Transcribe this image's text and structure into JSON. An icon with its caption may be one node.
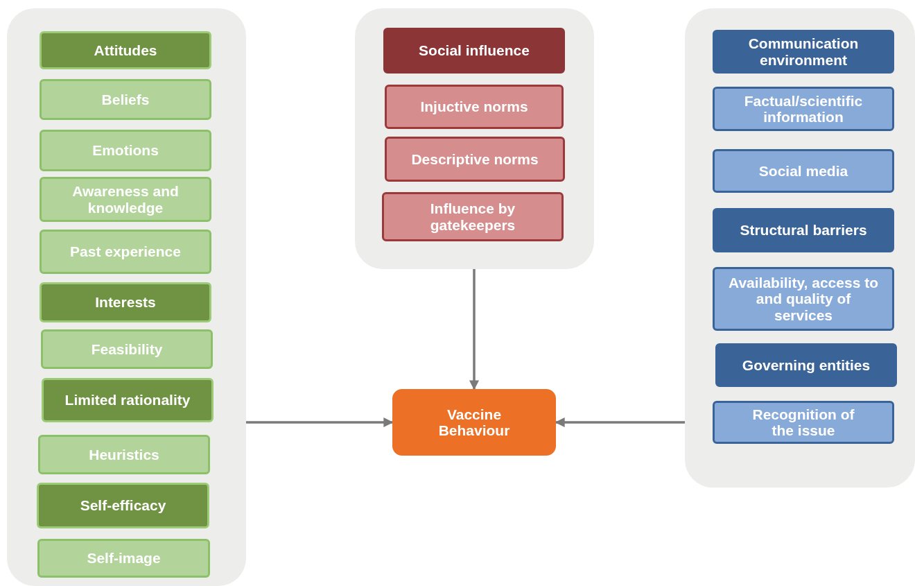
{
  "diagram": {
    "nodes": [
      {
        "text": [],
        "shape": "box"
      },
      {
        "text": [
          "Attitudes"
        ],
        "in": 0
      },
      {
        "text": [
          "Beliefs"
        ],
        "in": 0
      },
      {
        "text": [
          "Emotions"
        ],
        "in": 0
      },
      {
        "text": [
          "Awareness and knowledge"
        ],
        "in": 0
      },
      {
        "text": [
          "Past experience"
        ],
        "in": 0
      },
      {
        "text": [
          "Interests"
        ],
        "in": 0
      },
      {
        "text": [
          "Feasibility"
        ],
        "in": 0
      },
      {
        "text": [
          "Limited rationality"
        ],
        "in": 0
      },
      {
        "text": [
          "Heuristics"
        ],
        "in": 0
      },
      {
        "text": [
          "Self-efficacy"
        ],
        "in": 0
      },
      {
        "text": [
          "Self-image"
        ],
        "in": 0
      },
      {
        "text": [],
        "shape": "box"
      },
      {
        "text": [
          "Social influence"
        ],
        "in": 12
      },
      {
        "text": [
          "Injuctive norms"
        ],
        "in": 12
      },
      {
        "text": [
          "Descriptive norms"
        ],
        "in": 12
      },
      {
        "text": [
          "Influence by gatekeepers"
        ],
        "in": 12
      },
      {
        "text": [],
        "shape": "box"
      },
      {
        "text": [
          "Communication environment"
        ],
        "in": 17
      },
      {
        "text": [
          "Factual/scientific information"
        ],
        "in": 17
      },
      {
        "text": [
          "Social media"
        ],
        "in": 17
      },
      {
        "text": [
          "Structural barriers"
        ],
        "in": 17
      },
      {
        "text": [
          "Availability, access to and quality of services"
        ],
        "in": 17
      },
      {
        "text": [
          "Governing entities"
        ],
        "in": 17
      },
      {
        "text": [
          "Recognition of the issue"
        ],
        "in": 17
      },
      {
        "text": [
          "Vaccine Behaviour"
        ]
      }
    ],
    "edges": [
      {
        "from": 0,
        "to": 25,
        "arrow": "to"
      },
      {
        "from": 12,
        "to": 25,
        "arrow": "to"
      },
      {
        "from": 17,
        "to": 25,
        "arrow": "to"
      }
    ]
  }
}
